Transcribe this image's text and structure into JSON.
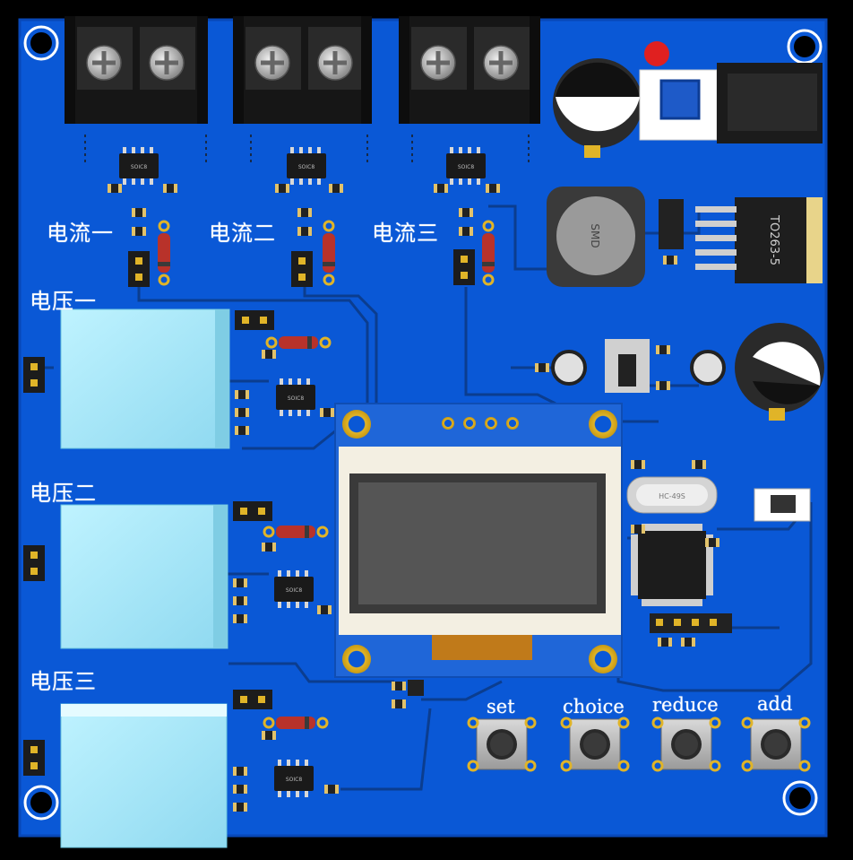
{
  "board": {
    "colors": {
      "pcb": "#0a58d6",
      "trace": "#0b3d8f",
      "silk": "#ffffff"
    }
  },
  "labels": {
    "current_1": "电流一",
    "current_2": "电流二",
    "current_3": "电流三",
    "voltage_1": "电压一",
    "voltage_2": "电压二",
    "voltage_3": "电压三"
  },
  "buttons": {
    "set": "set",
    "choice": "choice",
    "reduce": "reduce",
    "add": "add"
  },
  "components": {
    "regulator": "TO263-5",
    "inductor": "SMD",
    "crystal": "HC-49S",
    "ic_marking": "SOIC8"
  }
}
